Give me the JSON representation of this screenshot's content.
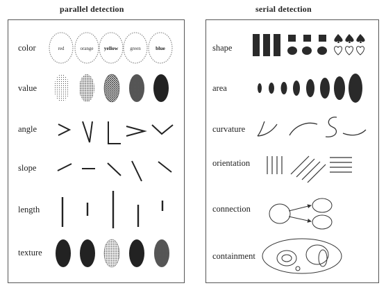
{
  "parallel": {
    "title": "parallel detection",
    "rows": {
      "color": "color",
      "value": "value",
      "angle": "angle",
      "slope": "slope",
      "length": "length",
      "texture": "texture"
    },
    "color_words": [
      "red",
      "orange",
      "yellow",
      "green",
      "blue"
    ]
  },
  "serial": {
    "title": "serial detection",
    "rows": {
      "shape": "shape",
      "area": "area",
      "curvature": "curvature",
      "orientation": "orientation",
      "connection": "connection",
      "containment": "containment"
    }
  },
  "colors": {
    "ink": "#222222",
    "frame": "#555555",
    "dotted": "#777777"
  }
}
